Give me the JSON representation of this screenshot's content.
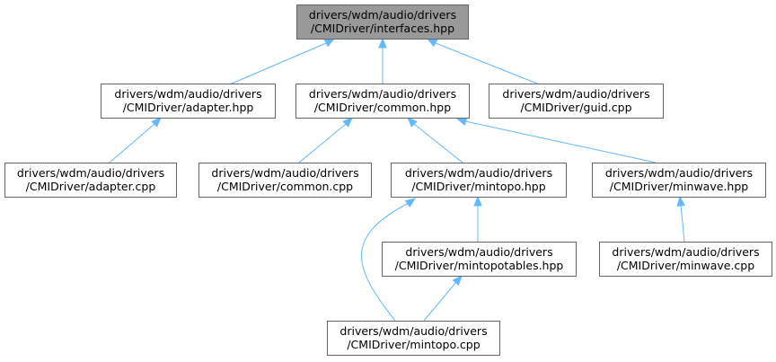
{
  "colors": {
    "edge": "#63b8ff",
    "node_border": "#666666",
    "root_fill": "#999999",
    "node_fill": "#ffffff"
  },
  "nodes": [
    {
      "id": "interfaces",
      "line1": "drivers/wdm/audio/drivers",
      "line2": "/CMIDriver/interfaces.hpp",
      "root": true
    },
    {
      "id": "adapter_hpp",
      "line1": "drivers/wdm/audio/drivers",
      "line2": "/CMIDriver/adapter.hpp"
    },
    {
      "id": "common_hpp",
      "line1": "drivers/wdm/audio/drivers",
      "line2": "/CMIDriver/common.hpp"
    },
    {
      "id": "guid_cpp",
      "line1": "drivers/wdm/audio/drivers",
      "line2": "/CMIDriver/guid.cpp"
    },
    {
      "id": "adapter_cpp",
      "line1": "drivers/wdm/audio/drivers",
      "line2": "/CMIDriver/adapter.cpp"
    },
    {
      "id": "common_cpp",
      "line1": "drivers/wdm/audio/drivers",
      "line2": "/CMIDriver/common.cpp"
    },
    {
      "id": "mintopo_hpp",
      "line1": "drivers/wdm/audio/drivers",
      "line2": "/CMIDriver/mintopo.hpp"
    },
    {
      "id": "minwave_hpp",
      "line1": "drivers/wdm/audio/drivers",
      "line2": "/CMIDriver/minwave.hpp"
    },
    {
      "id": "mintopotables_hpp",
      "line1": "drivers/wdm/audio/drivers",
      "line2": "/CMIDriver/mintopotables.hpp"
    },
    {
      "id": "minwave_cpp",
      "line1": "drivers/wdm/audio/drivers",
      "line2": "/CMIDriver/minwave.cpp"
    },
    {
      "id": "mintopo_cpp",
      "line1": "drivers/wdm/audio/drivers",
      "line2": "/CMIDriver/mintopo.cpp"
    }
  ],
  "edges": [
    {
      "from": "adapter_hpp",
      "to": "interfaces"
    },
    {
      "from": "common_hpp",
      "to": "interfaces"
    },
    {
      "from": "guid_cpp",
      "to": "interfaces"
    },
    {
      "from": "adapter_cpp",
      "to": "adapter_hpp"
    },
    {
      "from": "common_cpp",
      "to": "common_hpp"
    },
    {
      "from": "mintopo_hpp",
      "to": "common_hpp"
    },
    {
      "from": "minwave_hpp",
      "to": "common_hpp"
    },
    {
      "from": "mintopotables_hpp",
      "to": "mintopo_hpp"
    },
    {
      "from": "mintopo_cpp",
      "to": "mintopo_hpp"
    },
    {
      "from": "mintopo_cpp",
      "to": "mintopotables_hpp"
    },
    {
      "from": "minwave_cpp",
      "to": "minwave_hpp"
    }
  ]
}
